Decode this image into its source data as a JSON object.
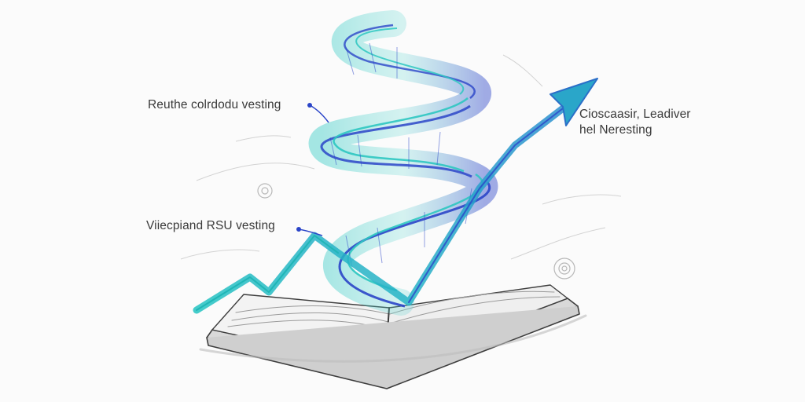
{
  "labels": {
    "top_left": "Reuthe colrdodu vesting",
    "mid_left": "Viiecpiand RSU vesting",
    "right_line1": "Cioscaasir, Leadiver",
    "right_line2": "hel Neresting"
  },
  "colors": {
    "teal": "#27c3c0",
    "blue": "#2b45c8",
    "arrow": "#2aa6c9",
    "pencil": "#555555"
  },
  "icons": {
    "spiral": "ribbon-spiral",
    "arrow": "upward-arrow",
    "book": "open-book"
  }
}
